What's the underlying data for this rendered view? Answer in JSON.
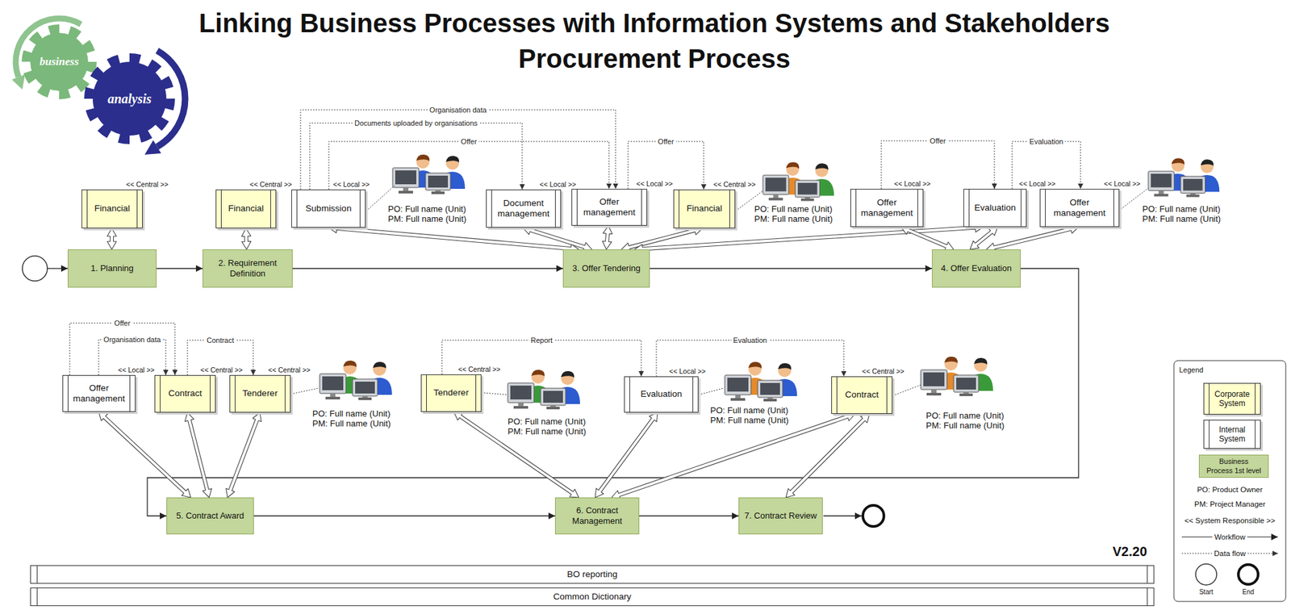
{
  "diagram": {
    "title": "Linking Business Processes with Information Systems and Stakeholders",
    "nodes": [
      {
        "text": [
          "<< Central >>",
          "Financial"
        ]
      },
      {
        "text": [
          "<< Central >>",
          "Financial"
        ]
      },
      {
        "text": [
          "<< Local >>",
          "Submission"
        ]
      },
      {
        "text": [
          "<< Local >>",
          "Document management"
        ]
      },
      {
        "text": [
          "<< Local >>",
          "Offer management"
        ]
      },
      {
        "text": [
          "<< Central >>",
          "Financial"
        ]
      },
      {
        "text": [
          "<< Local >>",
          "Offer management"
        ]
      },
      {
        "text": [
          "<< Local >>",
          "Evaluation"
        ]
      },
      {
        "text": [
          "<< Local >>",
          "Offer management"
        ]
      },
      {
        "text": [
          "1. Planning"
        ]
      },
      {
        "text": [
          "2. Requirement Definition"
        ]
      },
      {
        "text": [
          "3. Offer Tendering"
        ]
      },
      {
        "text": [
          "4. Offer Evaluation"
        ]
      },
      {
        "text": [
          "<< Local >>",
          "Offer management"
        ]
      },
      {
        "text": [
          "<< Central >>",
          "Contract"
        ]
      },
      {
        "text": [
          "<< Central >>",
          "Tenderer"
        ]
      },
      {
        "text": [
          "<< Central >>",
          "Tenderer"
        ]
      },
      {
        "text": [
          "<< Local >>",
          "Evaluation"
        ]
      },
      {
        "text": [
          "<< Central >>",
          "Contract"
        ]
      },
      {
        "text": [
          "5. Contract Award"
        ]
      },
      {
        "text": [
          "6. Contract Management"
        ]
      },
      {
        "text": [
          "7. Contract Review"
        ]
      },
      {
        "text": [
          "BO reporting"
        ]
      },
      {
        "text": [
          "Common Dictionary"
        ]
      }
    ],
    "edges": [
      {
        "from": 9,
        "to": 10,
        "arrow": "to"
      },
      {
        "from": 10,
        "to": 11,
        "arrow": "to"
      },
      {
        "from": 11,
        "to": 12,
        "arrow": "to"
      },
      {
        "from": 12,
        "to": 19,
        "arrow": "to"
      },
      {
        "from": 19,
        "to": 20,
        "arrow": "to"
      },
      {
        "from": 20,
        "to": 21,
        "arrow": "to"
      },
      {
        "from": 9,
        "to": 0,
        "arrow": "both"
      },
      {
        "from": 10,
        "to": 1,
        "arrow": "both"
      },
      {
        "from": 11,
        "to": 2,
        "arrow": "both"
      },
      {
        "from": 11,
        "to": 3,
        "arrow": "both"
      },
      {
        "from": 11,
        "to": 4,
        "arrow": "both"
      },
      {
        "from": 11,
        "to": 5,
        "arrow": "both"
      },
      {
        "from": 11,
        "to": 7,
        "arrow": "both"
      },
      {
        "from": 12,
        "to": 6,
        "arrow": "both"
      },
      {
        "from": 12,
        "to": 7,
        "arrow": "both"
      },
      {
        "from": 12,
        "to": 8,
        "arrow": "both"
      },
      {
        "from": 19,
        "to": 13,
        "arrow": "both"
      },
      {
        "from": 19,
        "to": 14,
        "arrow": "both"
      },
      {
        "from": 19,
        "to": 15,
        "arrow": "both"
      },
      {
        "from": 20,
        "to": 16,
        "arrow": "both"
      },
      {
        "from": 20,
        "to": 17,
        "arrow": "both"
      },
      {
        "from": 20,
        "to": 18,
        "arrow": "both"
      },
      {
        "from": 21,
        "to": 18,
        "arrow": "both"
      },
      {
        "from": 2,
        "to": 4,
        "label": "Organisation data",
        "arrow": "to"
      },
      {
        "from": 2,
        "to": 3,
        "label": "Documents uploaded by organisations",
        "arrow": "to"
      },
      {
        "from": 2,
        "to": 4,
        "label": "Offer",
        "arrow": "to"
      },
      {
        "from": 4,
        "to": 5,
        "label": "Offer",
        "arrow": "to"
      },
      {
        "from": 6,
        "to": 7,
        "label": "Offer",
        "arrow": "to"
      },
      {
        "from": 7,
        "to": 8,
        "label": "Evaluation",
        "arrow": "to"
      },
      {
        "from": 13,
        "to": 14,
        "label": "Offer",
        "arrow": "to"
      },
      {
        "from": 13,
        "to": 14,
        "label": "Organisation data",
        "arrow": "to"
      },
      {
        "from": 14,
        "to": 15,
        "label": "Contract",
        "arrow": "to"
      },
      {
        "from": 16,
        "to": 17,
        "label": "Report",
        "arrow": "to"
      },
      {
        "from": 17,
        "to": 18,
        "label": "Evaluation",
        "arrow": "to"
      }
    ],
    "labels": [
      "Procurement Process",
      "business",
      "analysis",
      "PO: Full name (Unit)",
      "PM: Full name (Unit)",
      "PO: Full name (Unit)",
      "PM: Full name (Unit)",
      "PO: Full name (Unit)",
      "PM: Full name (Unit)",
      "PO: Full name (Unit)",
      "PM: Full name (Unit)",
      "PO: Full name (Unit)",
      "PM: Full name (Unit)",
      "PO: Full name (Unit)",
      "PM: Full name (Unit)",
      "PO: Full name (Unit)",
      "PM: Full name (Unit)",
      "V2.20",
      "Legend"
    ],
    "legend": [
      {
        "text": "Corporate System",
        "color": "#ffffcc"
      },
      {
        "text": "Internal System",
        "color": "#ffffff"
      },
      {
        "text": "Business Process 1st level",
        "color": "#c3d69b"
      },
      {
        "text": "PO: Product Owner"
      },
      {
        "text": "PM: Project Manager"
      },
      {
        "text": "<< System Responsible >>"
      },
      {
        "text": "Workflow"
      },
      {
        "text": "Data flow"
      },
      {
        "text": "Start"
      },
      {
        "text": "End"
      }
    ]
  }
}
